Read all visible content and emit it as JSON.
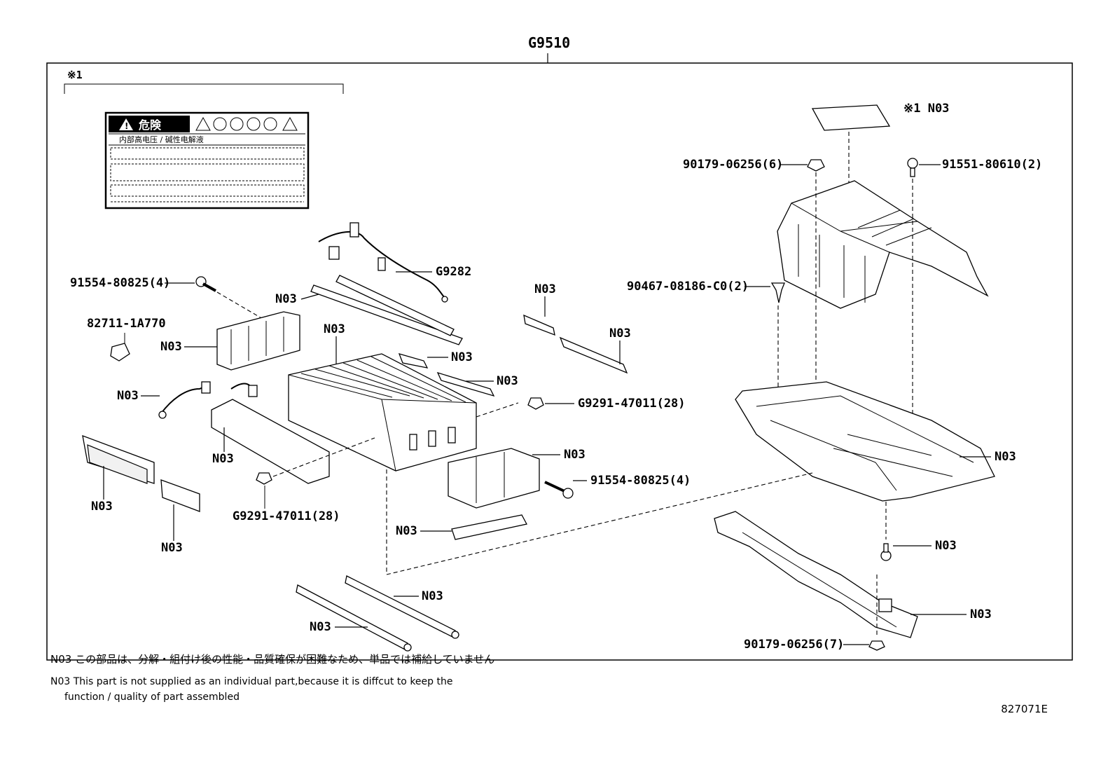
{
  "assembly_label": "G9510",
  "ref_mark": "※1",
  "warning_label": {
    "title": "危険",
    "subtitle": "内部高电压 / 碱性电解液"
  },
  "top_label_callout": "※1 N03",
  "callouts": {
    "c_90179_6": "90179-06256(6)",
    "c_91551": "91551-80610(2)",
    "c_90467": "90467-08186-C0(2)",
    "c_91554_left": "91554-80825(4)",
    "c_82711": "82711-1A770",
    "c_g9282": "G9282",
    "c_n03_rod": "N03",
    "c_n03_ecu": "N03",
    "c_n03_module": "N03",
    "c_n03_bracket_small": "N03",
    "c_n03_upright1": "N03",
    "c_n03_upright2": "N03",
    "c_n03_busbar": "N03",
    "c_g9291_right": "G9291-47011(28)",
    "c_n03_wire": "N03",
    "c_n03_frame": "N03",
    "c_n03_tray": "N03",
    "c_n03_endplate": "N03",
    "c_91554_right": "91554-80825(4)",
    "c_n03_leftpanel": "N03",
    "c_n03_leftpanel2": "N03",
    "c_g9291_left": "G9291-47011(28)",
    "c_n03_lowerbracket": "N03",
    "c_n03_bolt": "N03",
    "c_n03_rail1": "N03",
    "c_n03_rail2": "N03",
    "c_n03_crossmember": "N03",
    "c_90179_7": "90179-06256(7)"
  },
  "notes": {
    "ja": "N03 この部品は、分解・組付け後の性能・品質確保が困難なため、単品では補給していません",
    "en_line1": "N03 This part is not supplied as an  individual part,because it is diffcut to keep the",
    "en_line2": "function / quality of part assembled"
  },
  "diagram_code": "827071E"
}
